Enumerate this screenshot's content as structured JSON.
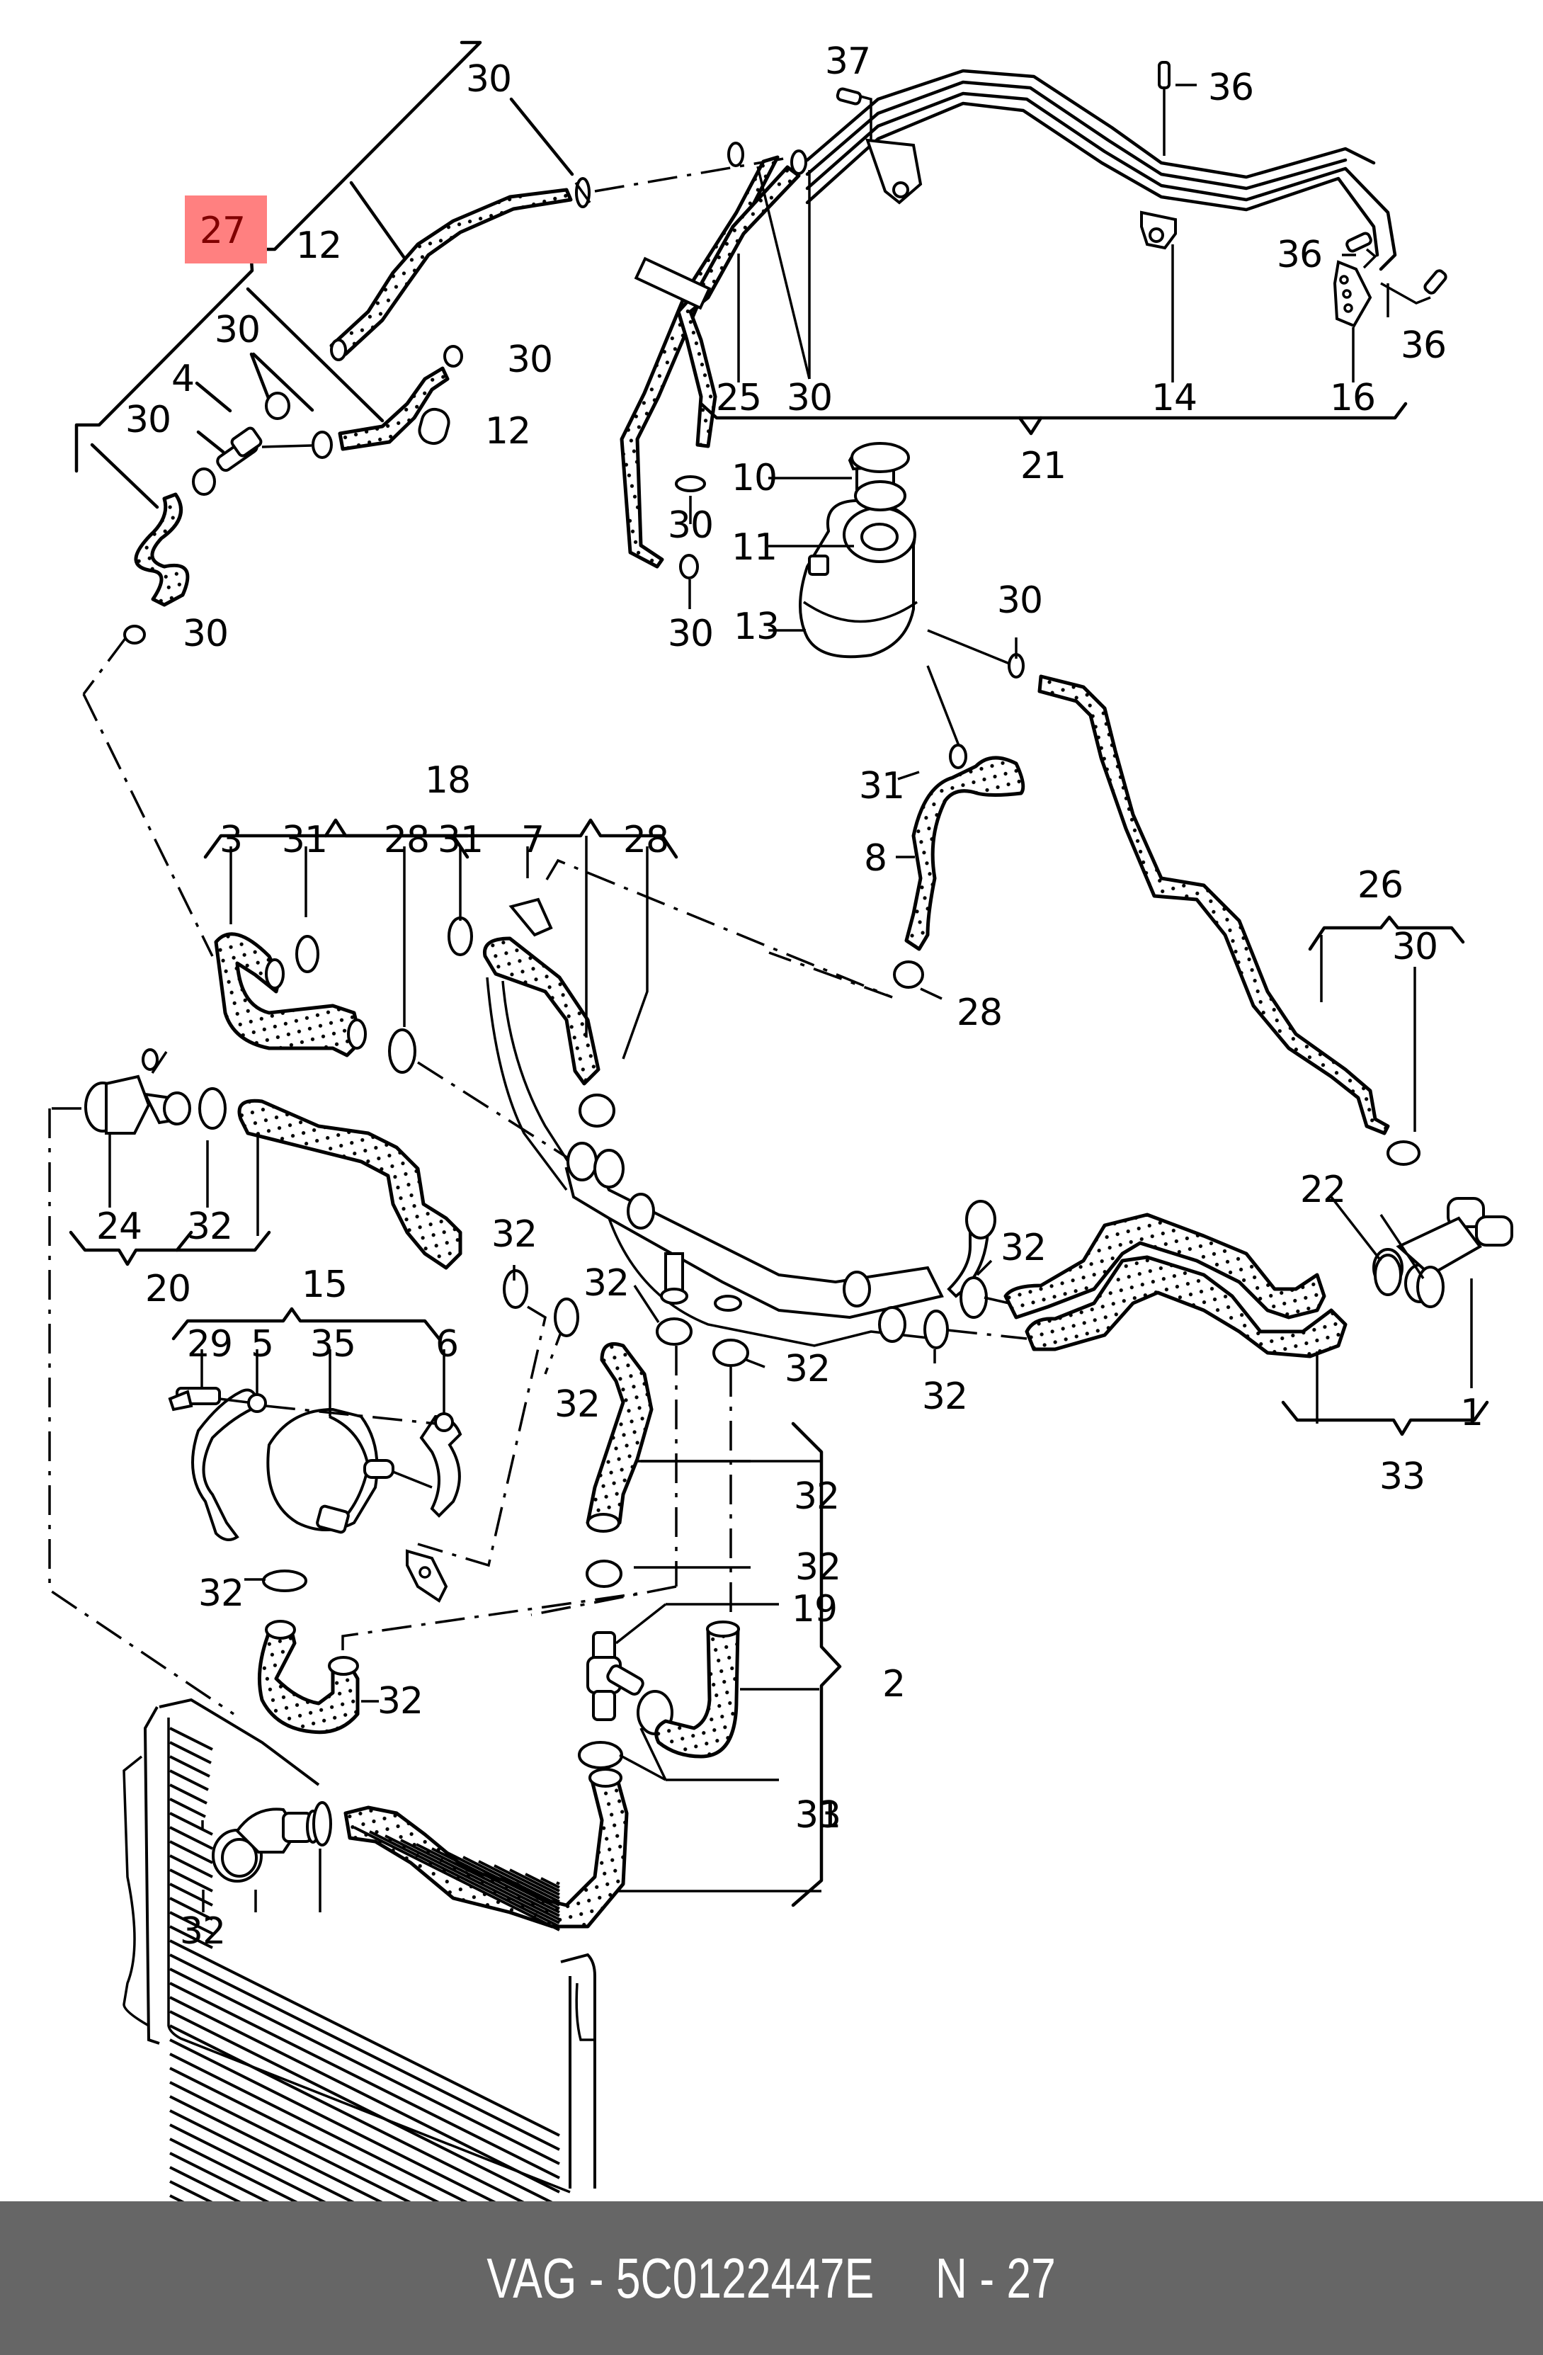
{
  "diagram": {
    "title": "Coolant system hoses exploded view",
    "highlighted_part": "27",
    "highlight_color": "#ff8080",
    "highlight_text_color": "#800000",
    "callouts": [
      {
        "id": "c-30a",
        "text": "30"
      },
      {
        "id": "c-27",
        "text": "27",
        "highlighted": true
      },
      {
        "id": "c-12a",
        "text": "12"
      },
      {
        "id": "c-30b",
        "text": "30"
      },
      {
        "id": "c-30c",
        "text": "30"
      },
      {
        "id": "c-4",
        "text": "4"
      },
      {
        "id": "c-30d",
        "text": "30"
      },
      {
        "id": "c-12b",
        "text": "12"
      },
      {
        "id": "c-30e",
        "text": "30"
      },
      {
        "id": "c-37",
        "text": "37"
      },
      {
        "id": "c-36a",
        "text": "36"
      },
      {
        "id": "c-36b",
        "text": "36"
      },
      {
        "id": "c-36c",
        "text": "36"
      },
      {
        "id": "c-25",
        "text": "25"
      },
      {
        "id": "c-30f",
        "text": "30"
      },
      {
        "id": "c-14",
        "text": "14"
      },
      {
        "id": "c-16",
        "text": "16"
      },
      {
        "id": "c-21",
        "text": "21"
      },
      {
        "id": "c-10",
        "text": "10"
      },
      {
        "id": "c-11",
        "text": "11"
      },
      {
        "id": "c-13",
        "text": "13"
      },
      {
        "id": "c-30g",
        "text": "30"
      },
      {
        "id": "c-30h",
        "text": "30"
      },
      {
        "id": "c-30i",
        "text": "30"
      },
      {
        "id": "c-31a",
        "text": "31"
      },
      {
        "id": "c-8",
        "text": "8"
      },
      {
        "id": "c-28a",
        "text": "28"
      },
      {
        "id": "c-26",
        "text": "26"
      },
      {
        "id": "c-30j",
        "text": "30"
      },
      {
        "id": "c-18",
        "text": "18"
      },
      {
        "id": "c-3",
        "text": "3"
      },
      {
        "id": "c-31b",
        "text": "31"
      },
      {
        "id": "c-28b",
        "text": "28"
      },
      {
        "id": "c-31c",
        "text": "31"
      },
      {
        "id": "c-7",
        "text": "7"
      },
      {
        "id": "c-28c",
        "text": "28"
      },
      {
        "id": "c-24",
        "text": "24"
      },
      {
        "id": "c-32a",
        "text": "32"
      },
      {
        "id": "c-20",
        "text": "20"
      },
      {
        "id": "c-32b",
        "text": "32"
      },
      {
        "id": "c-15",
        "text": "15"
      },
      {
        "id": "c-29",
        "text": "29"
      },
      {
        "id": "c-5",
        "text": "5"
      },
      {
        "id": "c-35",
        "text": "35"
      },
      {
        "id": "c-6",
        "text": "6"
      },
      {
        "id": "c-32c",
        "text": "32"
      },
      {
        "id": "c-32d",
        "text": "32"
      },
      {
        "id": "c-32e",
        "text": "32"
      },
      {
        "id": "c-32f",
        "text": "32"
      },
      {
        "id": "c-32g",
        "text": "32"
      },
      {
        "id": "c-32h",
        "text": "32"
      },
      {
        "id": "c-22",
        "text": "22"
      },
      {
        "id": "c-1",
        "text": "1"
      },
      {
        "id": "c-33a",
        "text": "33"
      },
      {
        "id": "c-32i",
        "text": "32"
      },
      {
        "id": "c-32j",
        "text": "32"
      },
      {
        "id": "c-31d",
        "text": "31"
      },
      {
        "id": "c-19",
        "text": "19"
      },
      {
        "id": "c-2",
        "text": "2"
      },
      {
        "id": "c-32k",
        "text": "32"
      },
      {
        "id": "c-33b",
        "text": "33"
      },
      {
        "id": "c-32l",
        "text": "32"
      }
    ]
  },
  "footer": {
    "brand": "VAG",
    "part_number": "5C0122447E",
    "position_label": "N",
    "position_number": "27",
    "text": "VAG - 5C0122447E     N - 27",
    "background_color": "#666666"
  }
}
